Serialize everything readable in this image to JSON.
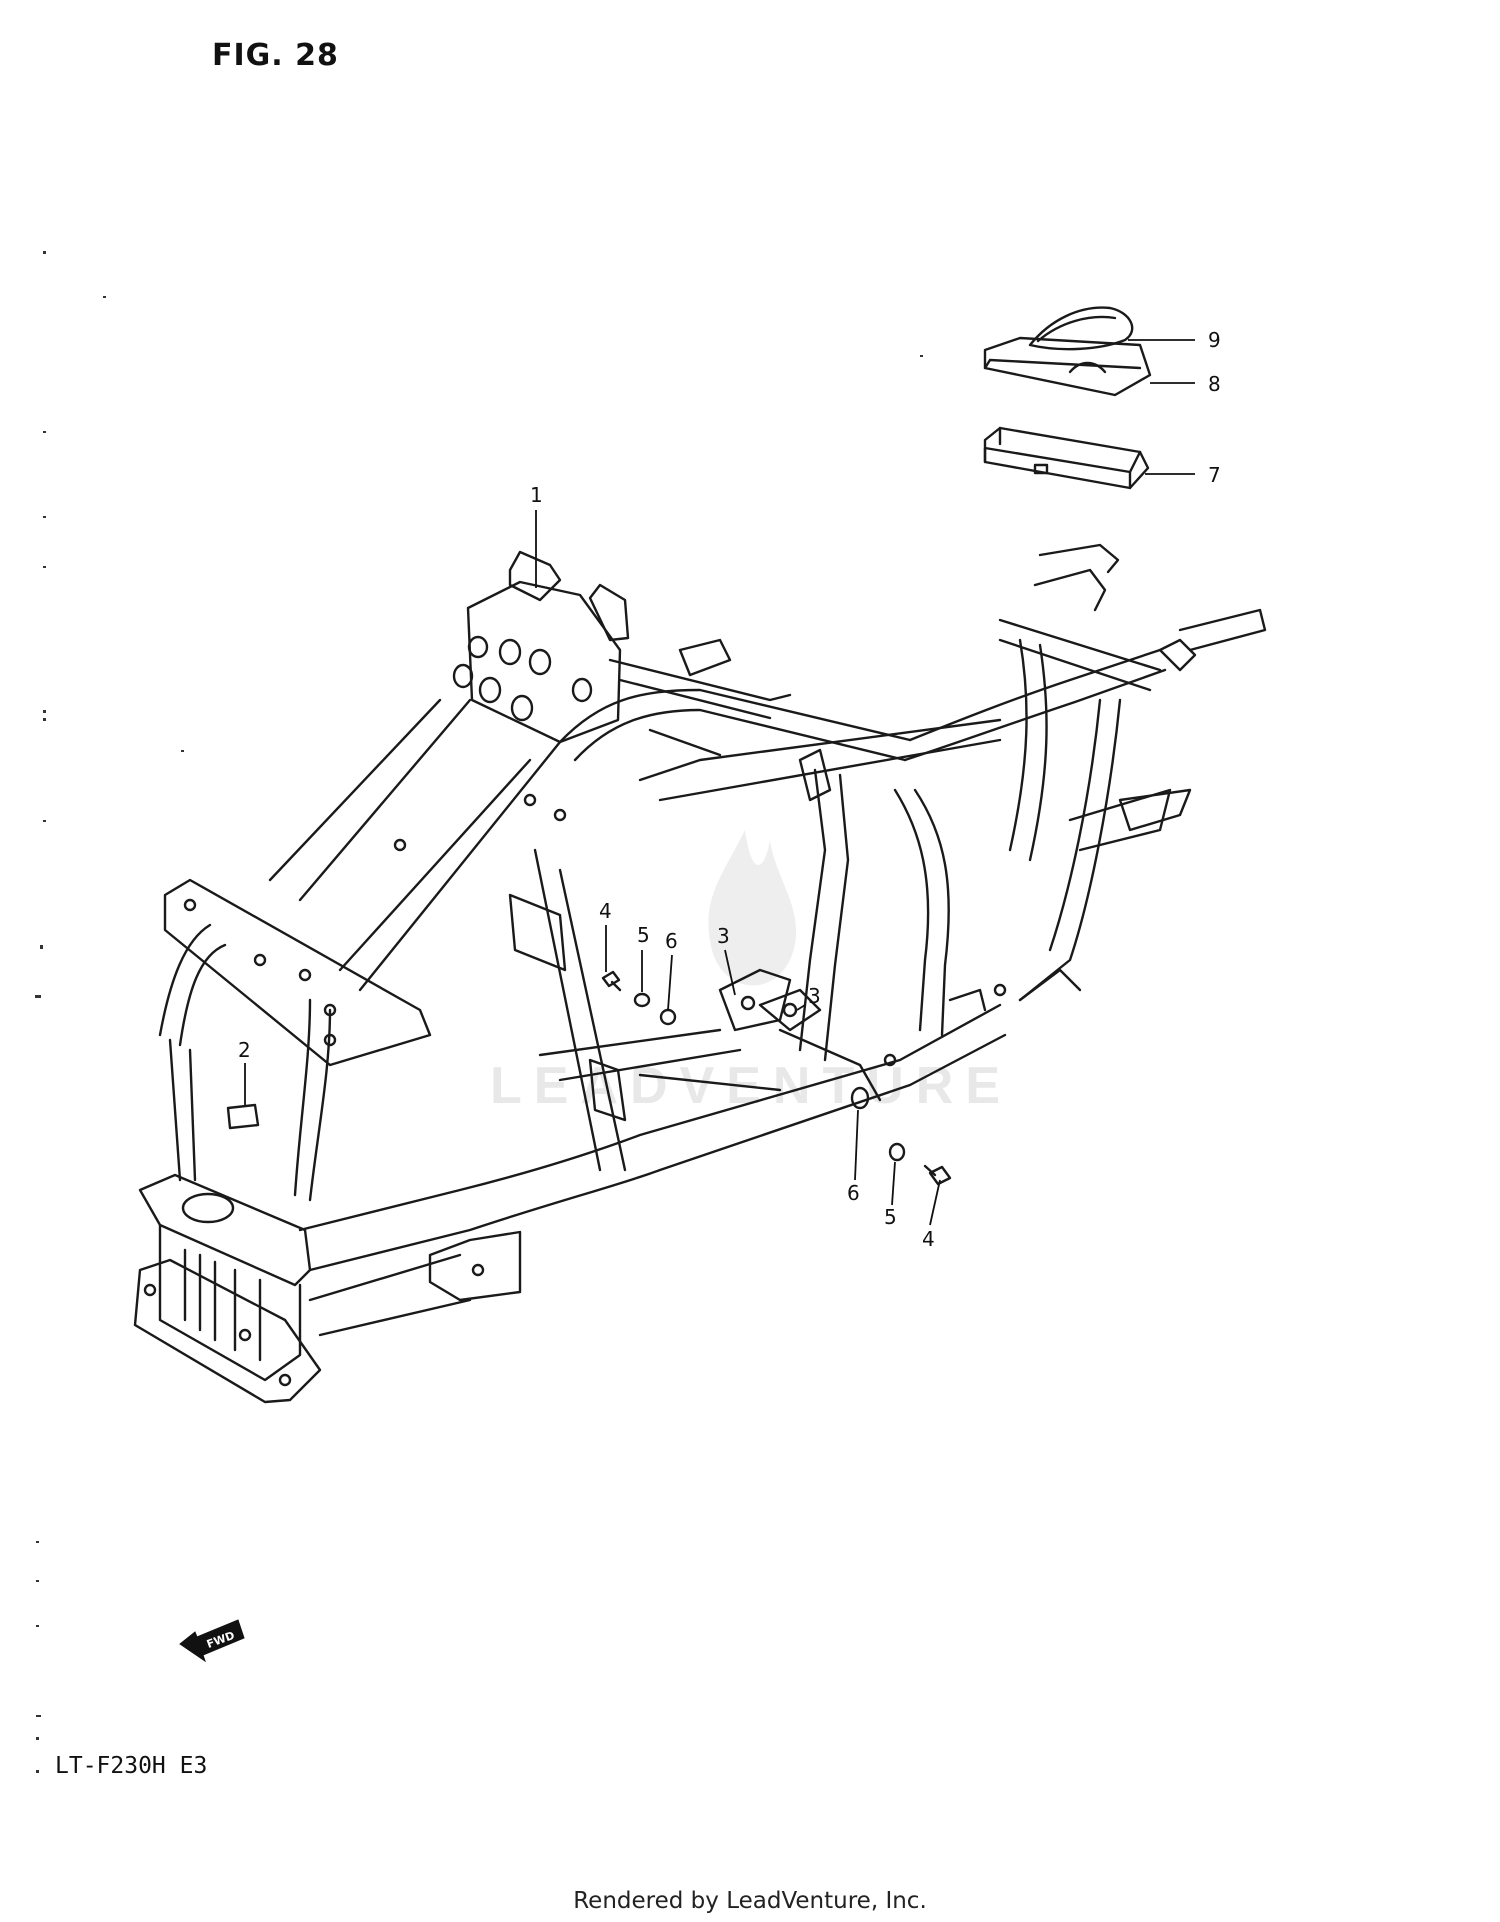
{
  "figure": {
    "title": "FIG. 28",
    "model_code": "LT-F230H  E3",
    "credit": "Rendered by LeadVenture, Inc.",
    "watermark": "LEADVENTURE",
    "fwd_label": "FWD"
  },
  "callouts": [
    {
      "id": "c9",
      "label": "9"
    },
    {
      "id": "c8",
      "label": "8"
    },
    {
      "id": "c7",
      "label": "7"
    },
    {
      "id": "c1",
      "label": "1"
    },
    {
      "id": "c4a",
      "label": "4"
    },
    {
      "id": "c5a",
      "label": "5"
    },
    {
      "id": "c6a",
      "label": "6"
    },
    {
      "id": "c3a",
      "label": "3"
    },
    {
      "id": "c3b",
      "label": "3"
    },
    {
      "id": "c2",
      "label": "2"
    },
    {
      "id": "c6b",
      "label": "6"
    },
    {
      "id": "c5b",
      "label": "5"
    },
    {
      "id": "c4b",
      "label": "4"
    }
  ]
}
